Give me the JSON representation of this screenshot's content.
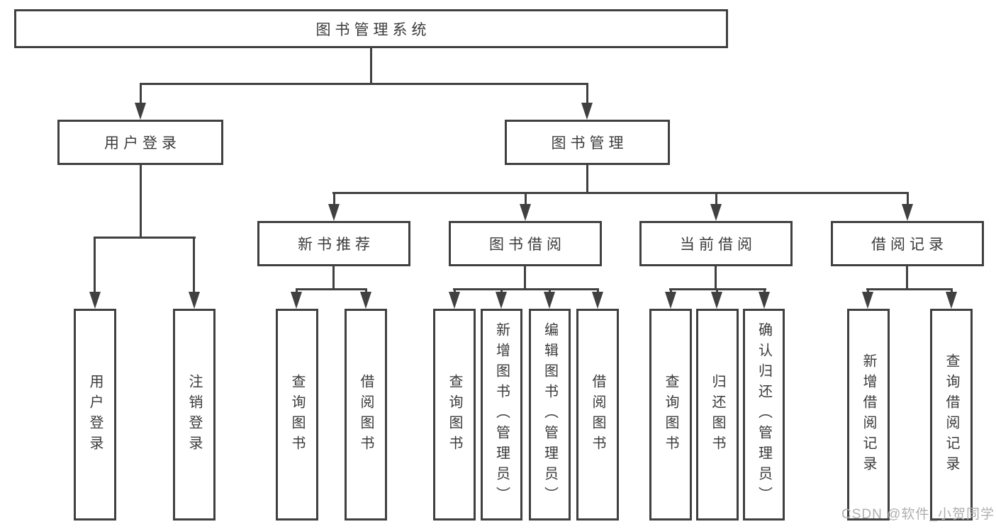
{
  "nodes": {
    "root": "图书管理系统",
    "level2": [
      "用户登录",
      "图书管理"
    ],
    "level3": [
      "新书推荐",
      "图书借阅",
      "当前借阅",
      "借阅记录"
    ],
    "groups": {
      "user_login": [
        "用户登录",
        "注销登录"
      ],
      "new_book_recommend": [
        "查询图书",
        "借阅图书"
      ],
      "book_borrowing": [
        "查询图书",
        "新增图书（管理员）",
        "编辑图书（管理员）",
        "借阅图书"
      ],
      "current_borrowing": [
        "查询图书",
        "归还图书",
        "确认归还（管理员）"
      ],
      "borrowing_records": [
        "新增借阅记录",
        "查询借阅记录"
      ]
    }
  },
  "watermark": "CSDN @软件_小贺同学",
  "colors": {
    "line": "#404040",
    "text": "#3b3b3b",
    "watermark": "#afafaf",
    "background": "#ffffff"
  }
}
